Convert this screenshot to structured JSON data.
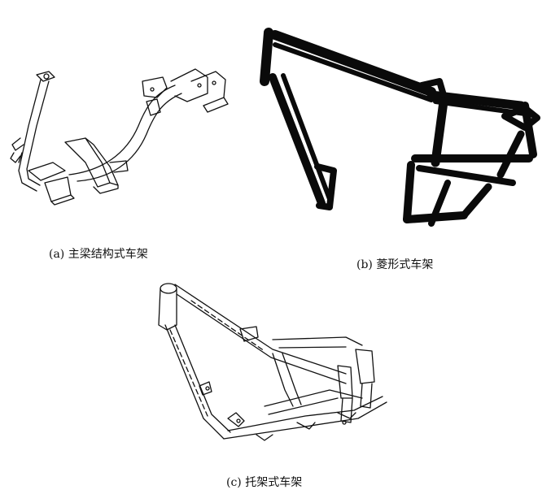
{
  "figures": [
    {
      "id": "a",
      "caption": "(a)  主梁结构式车架"
    },
    {
      "id": "b",
      "caption": "(b)  菱形式车架"
    },
    {
      "id": "c",
      "caption": "(c)  托架式车架"
    }
  ],
  "colors": {
    "line": "#111111",
    "bold_frame": "#0a0a0a",
    "background": "#ffffff"
  }
}
